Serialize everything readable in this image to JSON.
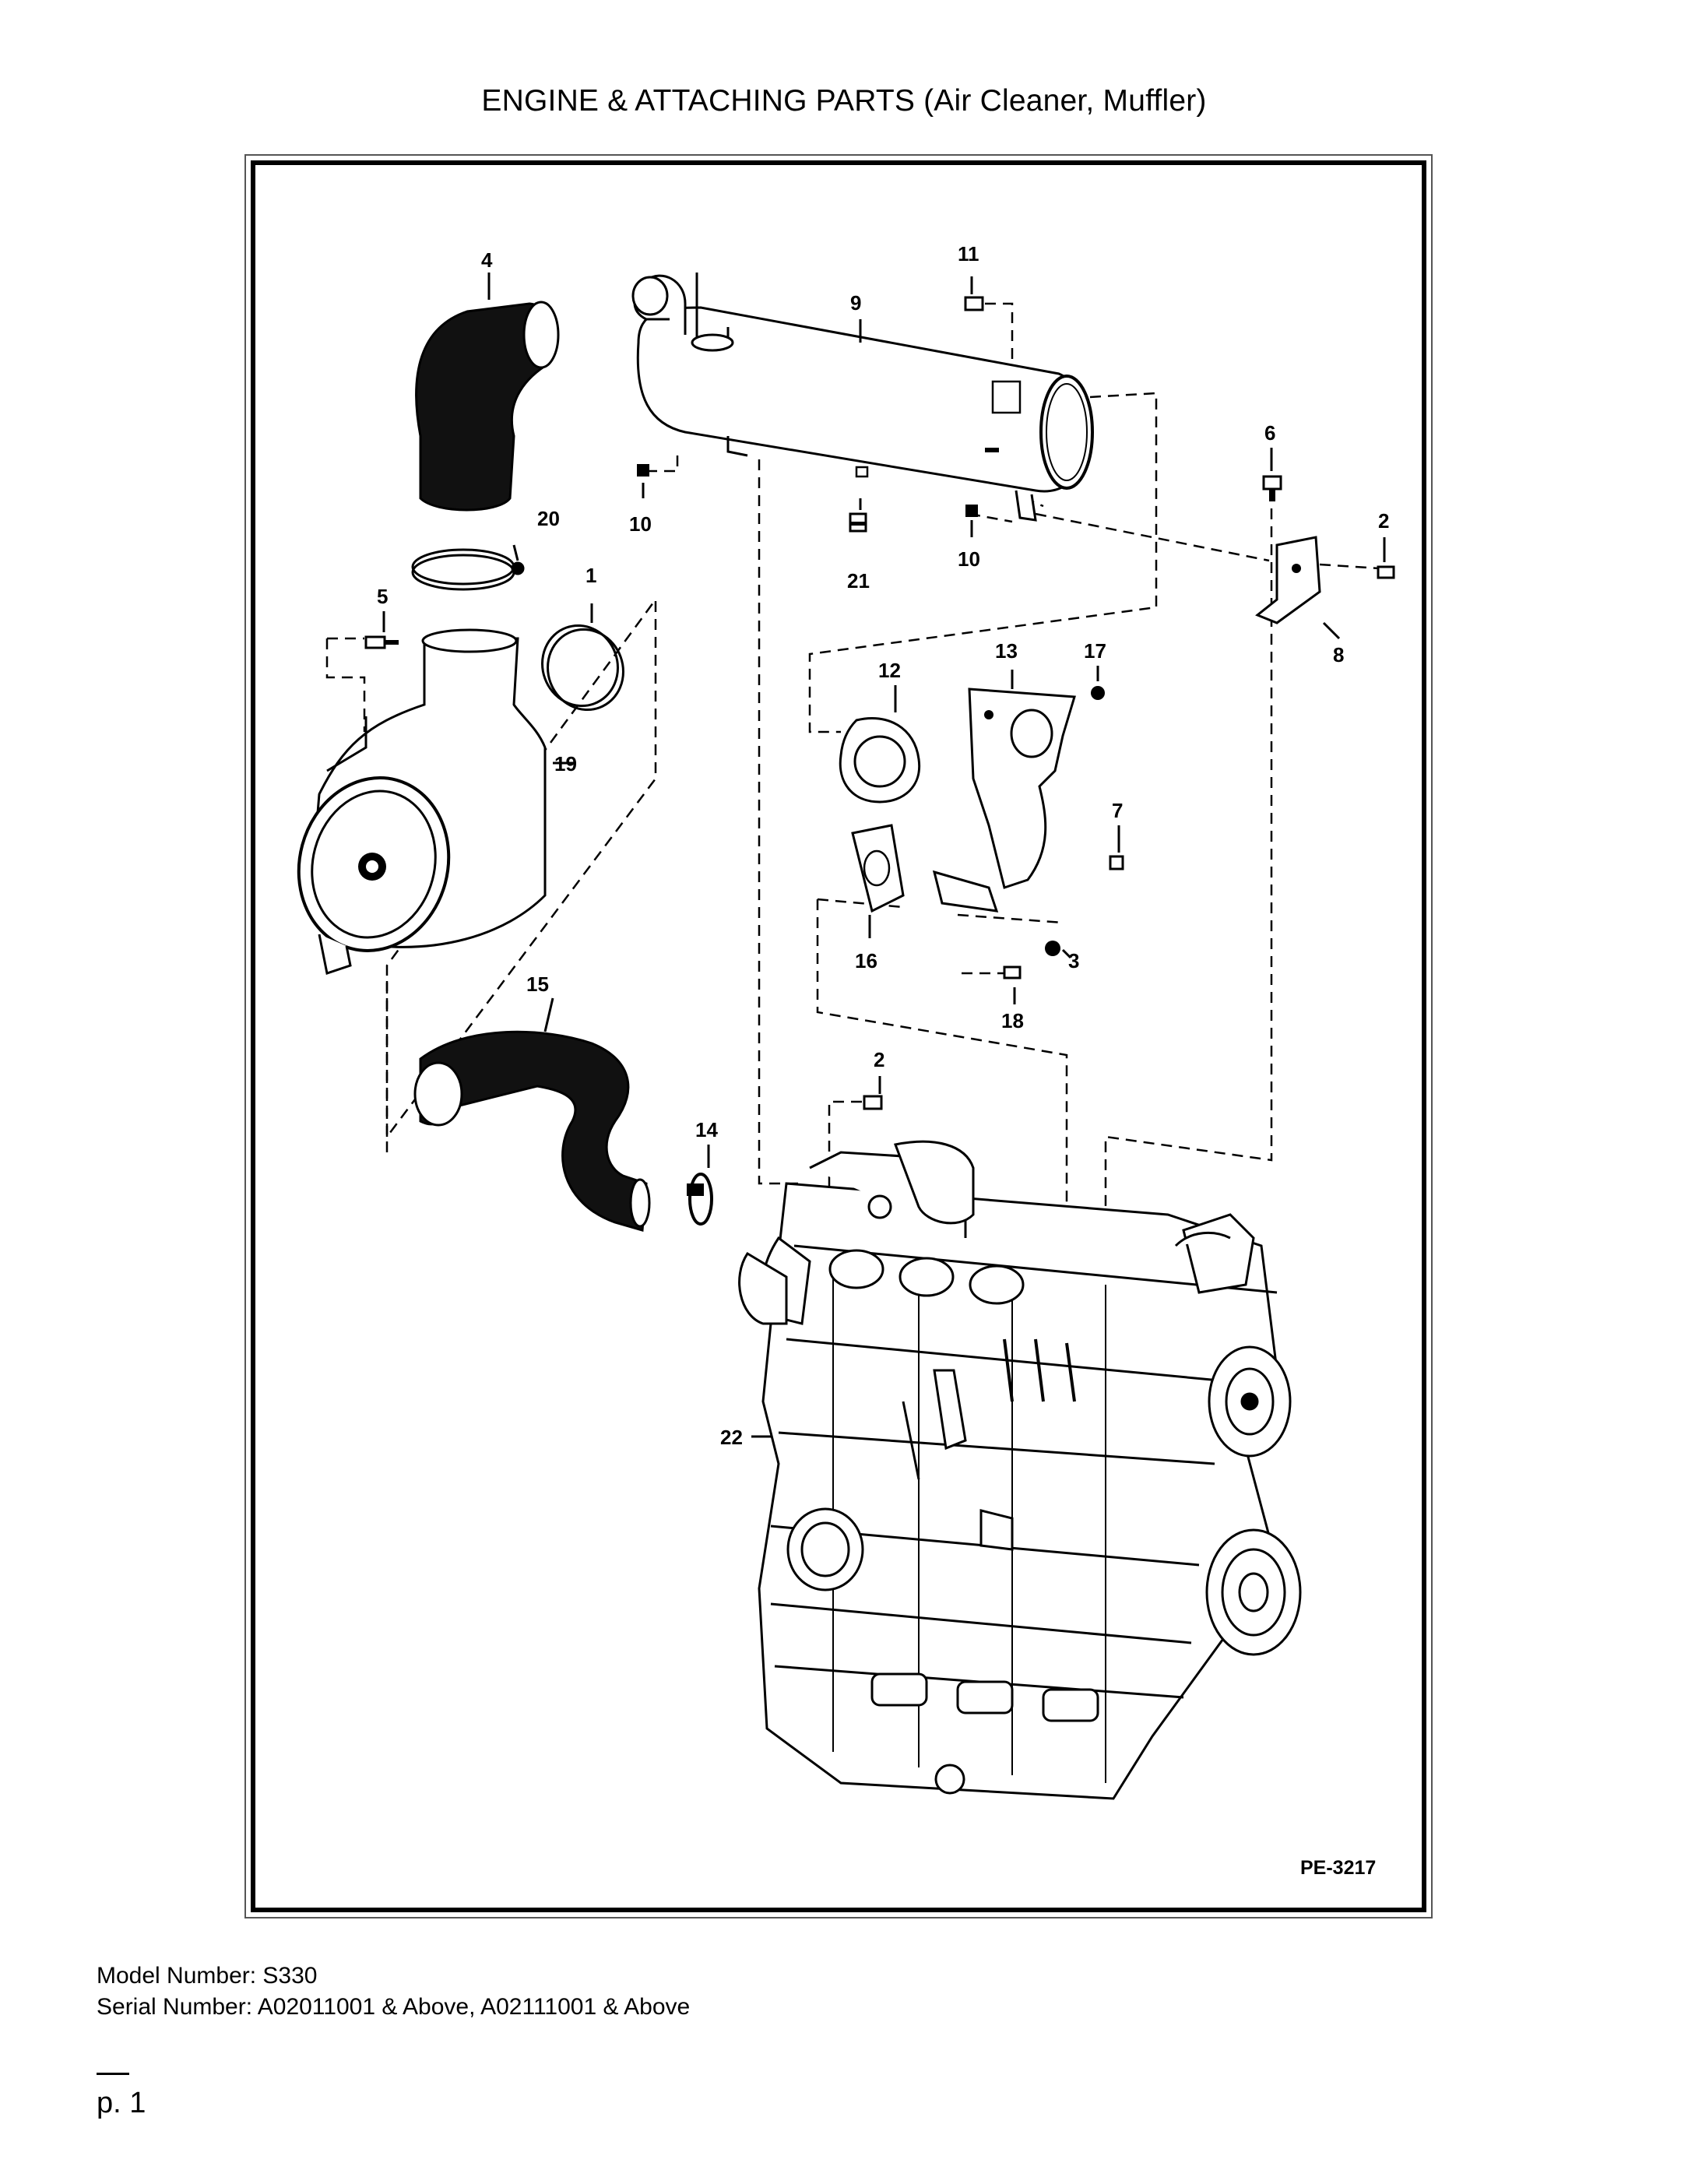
{
  "page": {
    "title": "ENGINE & ATTACHING PARTS (Air Cleaner, Muffler)",
    "figure_id": "PE-3217",
    "model_label": "Model Number: S330",
    "serial_label": "Serial Number: A02011001 & Above, A02111001 & Above",
    "page_label": "p. 1"
  },
  "callouts": {
    "c1": "1",
    "c2a": "2",
    "c2b": "2",
    "c3": "3",
    "c4": "4",
    "c5": "5",
    "c6": "6",
    "c7": "7",
    "c8": "8",
    "c9": "9",
    "c10a": "10",
    "c10b": "10",
    "c11": "11",
    "c12": "12",
    "c13": "13",
    "c14": "14",
    "c15": "15",
    "c16": "16",
    "c17": "17",
    "c18": "18",
    "c19": "19",
    "c20": "20",
    "c21": "21",
    "c22": "22"
  },
  "parts": [
    {
      "id": "1",
      "depicts": "hose clamp"
    },
    {
      "id": "2",
      "depicts": "bolt"
    },
    {
      "id": "3",
      "depicts": "nut"
    },
    {
      "id": "4",
      "depicts": "intake hose (elbow)"
    },
    {
      "id": "5",
      "depicts": "bolt"
    },
    {
      "id": "6",
      "depicts": "bolt"
    },
    {
      "id": "7",
      "depicts": "nut"
    },
    {
      "id": "8",
      "depicts": "muffler bracket"
    },
    {
      "id": "9",
      "depicts": "muffler"
    },
    {
      "id": "10",
      "depicts": "nut"
    },
    {
      "id": "11",
      "depicts": "bolt"
    },
    {
      "id": "12",
      "depicts": "gasket"
    },
    {
      "id": "13",
      "depicts": "exhaust elbow / mount plate"
    },
    {
      "id": "14",
      "depicts": "hose clamp"
    },
    {
      "id": "15",
      "depicts": "intake hose (engine)"
    },
    {
      "id": "16",
      "depicts": "gasket"
    },
    {
      "id": "17",
      "depicts": "nut"
    },
    {
      "id": "18",
      "depicts": "bolt"
    },
    {
      "id": "19",
      "depicts": "air cleaner"
    },
    {
      "id": "20",
      "depicts": "band clamp"
    },
    {
      "id": "21",
      "depicts": "drain fitting"
    },
    {
      "id": "22",
      "depicts": "engine"
    }
  ]
}
